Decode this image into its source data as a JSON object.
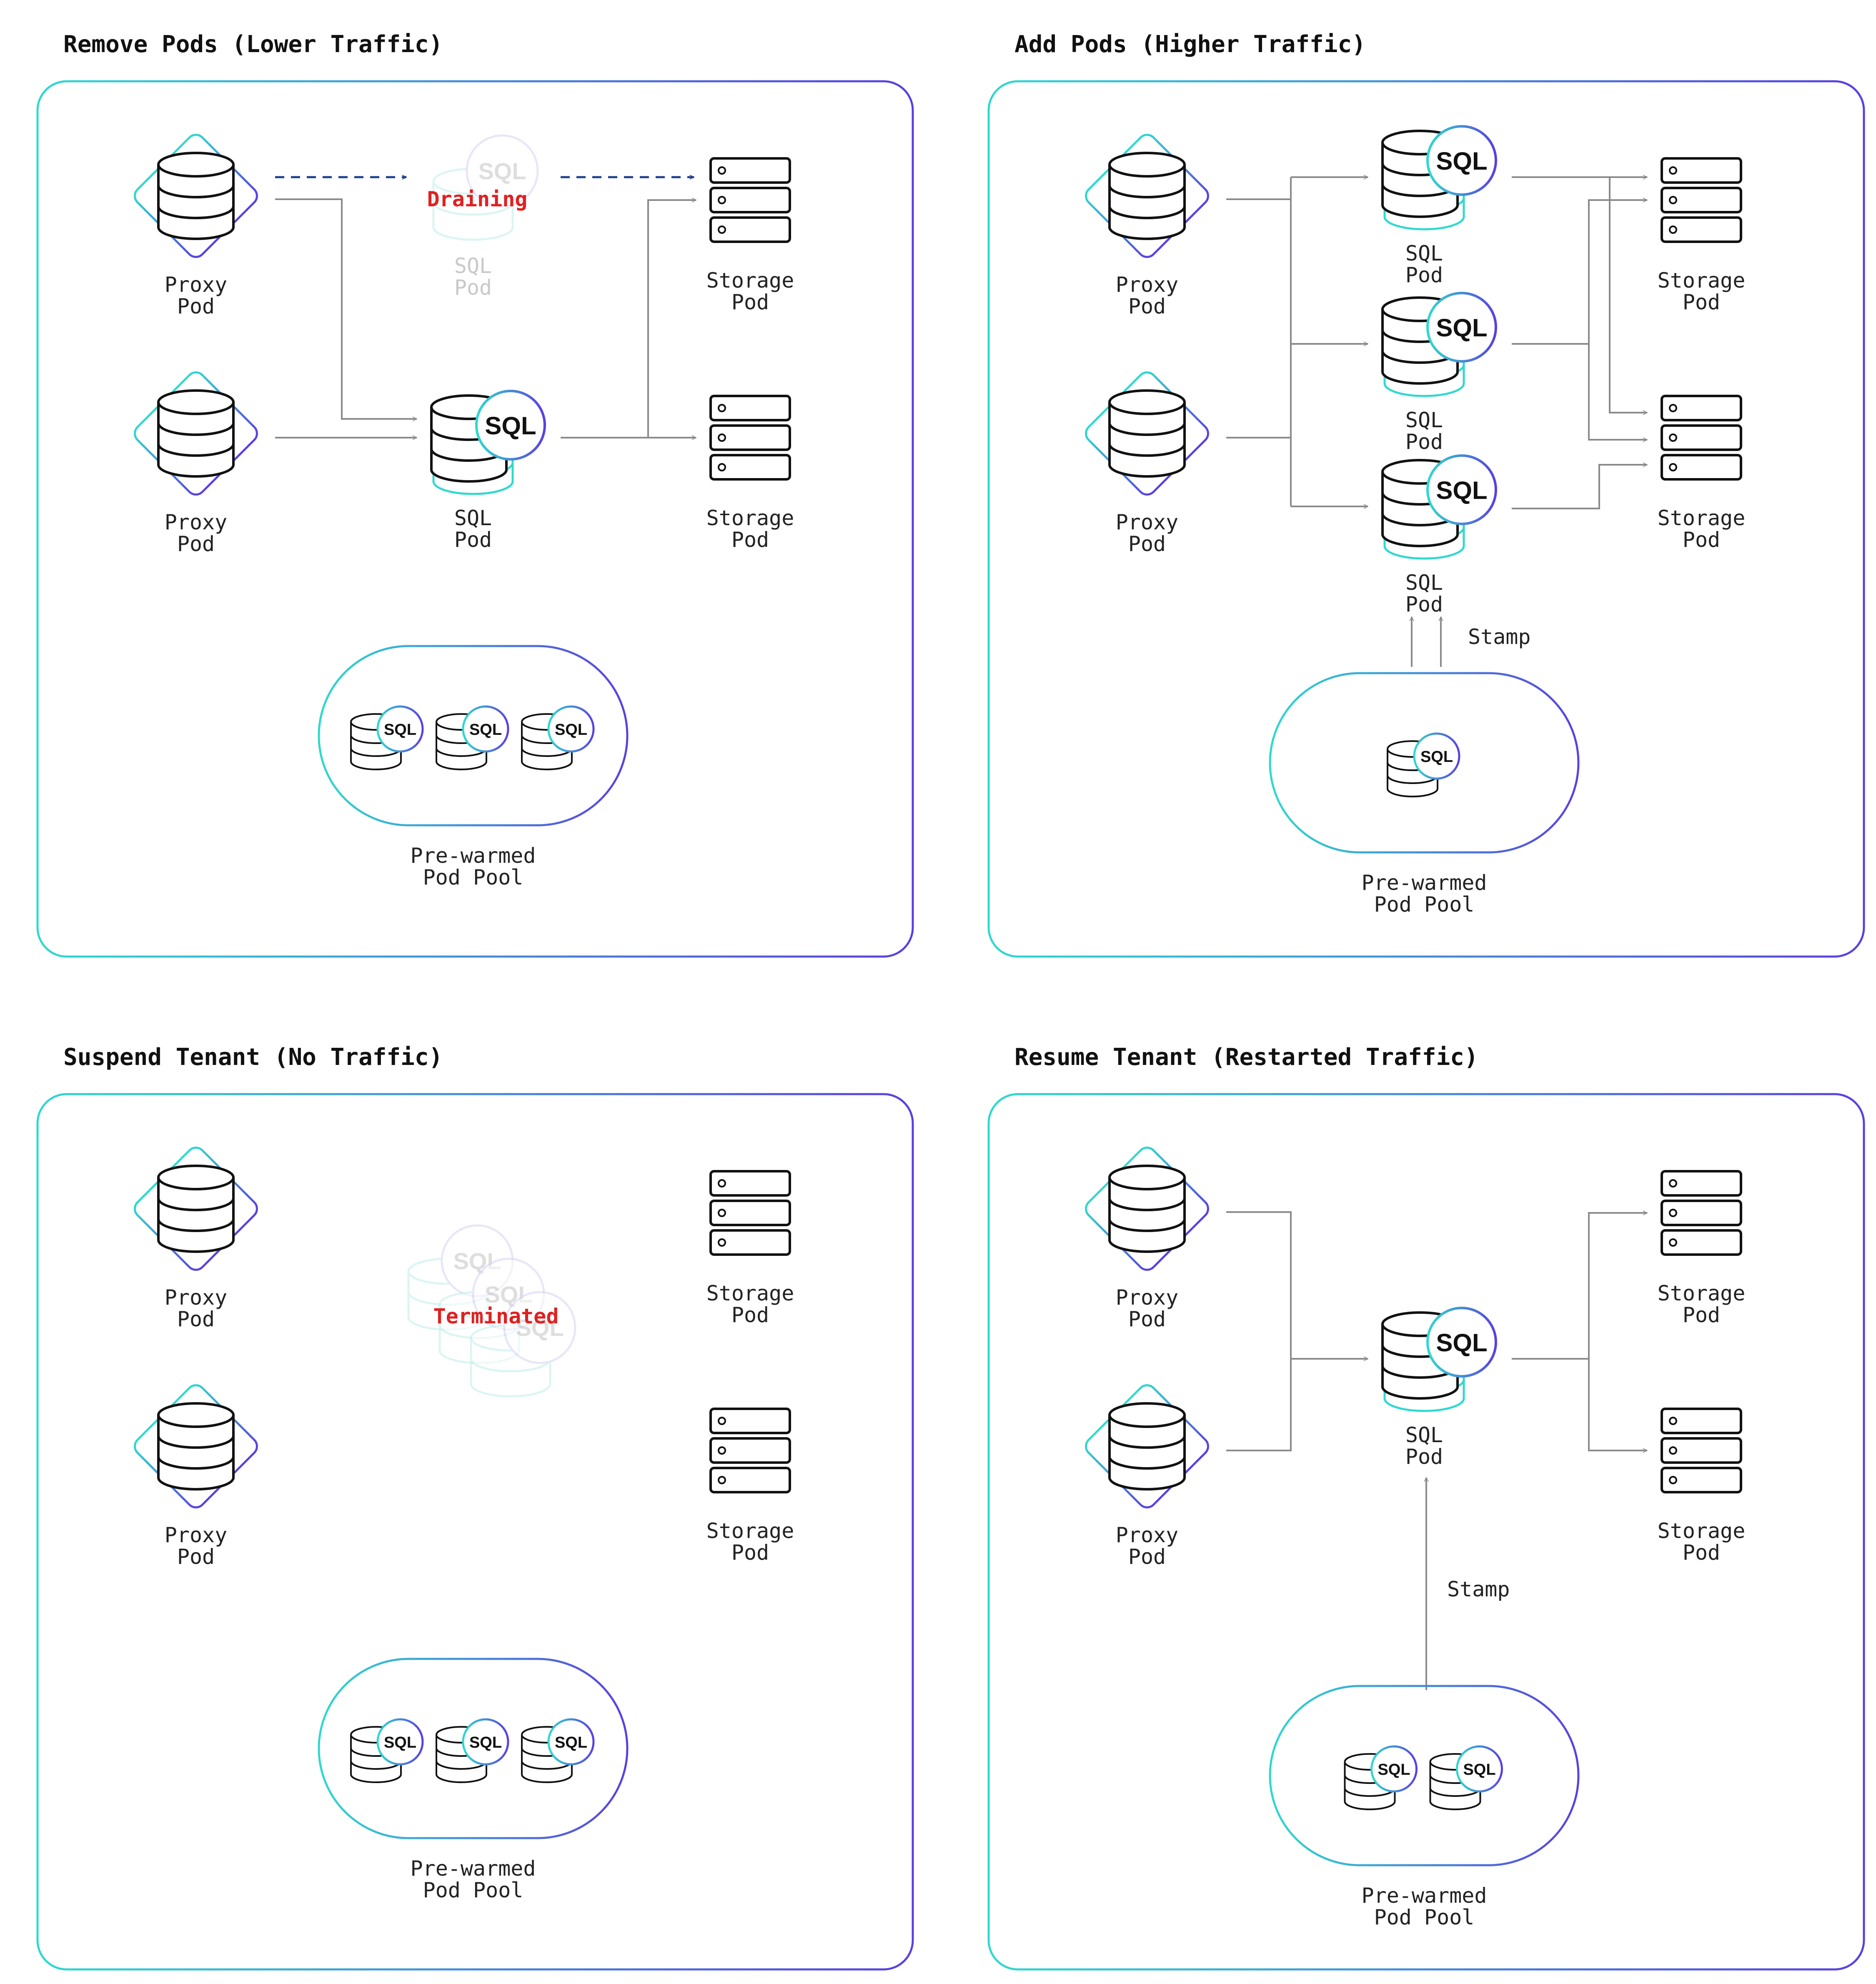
{
  "panels": {
    "remove": {
      "title": "Remove Pods (Lower Traffic)",
      "proxy_label": [
        "Proxy",
        "Pod"
      ],
      "sql_label": [
        "SQL",
        "Pod"
      ],
      "storage_label": [
        "Storage",
        "Pod"
      ],
      "pool_label": [
        "Pre-warmed",
        "Pod Pool"
      ],
      "sql_badge": "SQL",
      "status": "Draining"
    },
    "add": {
      "title": "Add Pods (Higher Traffic)",
      "proxy_label": [
        "Proxy",
        "Pod"
      ],
      "sql_label": [
        "SQL",
        "Pod"
      ],
      "storage_label": [
        "Storage",
        "Pod"
      ],
      "pool_label": [
        "Pre-warmed",
        "Pod Pool"
      ],
      "sql_badge": "SQL",
      "stamp": "Stamp"
    },
    "suspend": {
      "title": "Suspend Tenant (No Traffic)",
      "proxy_label": [
        "Proxy",
        "Pod"
      ],
      "storage_label": [
        "Storage",
        "Pod"
      ],
      "pool_label": [
        "Pre-warmed",
        "Pod Pool"
      ],
      "sql_badge": "SQL",
      "status": "Terminated"
    },
    "resume": {
      "title": "Resume Tenant (Restarted Traffic)",
      "proxy_label": [
        "Proxy",
        "Pod"
      ],
      "sql_label": [
        "SQL",
        "Pod"
      ],
      "storage_label": [
        "Storage",
        "Pod"
      ],
      "pool_label": [
        "Pre-warmed",
        "Pod Pool"
      ],
      "sql_badge": "SQL",
      "stamp": "Stamp"
    }
  },
  "colors": {
    "frame_start": "#2fd9cf",
    "frame_end": "#5a3fe0",
    "line": "#8a8a8a",
    "dashed": "#1d3f8f",
    "status": "#e02020"
  }
}
